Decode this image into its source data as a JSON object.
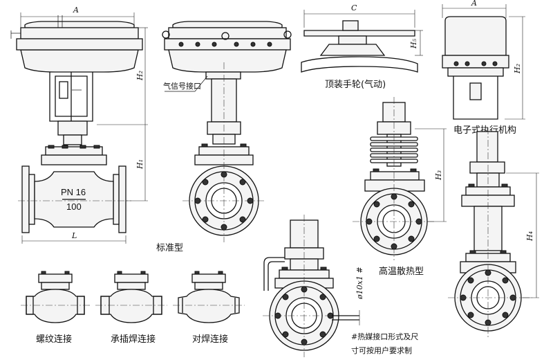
{
  "labels": {
    "standard": "标准型",
    "air_port": "气信号接口",
    "top_handwheel": "顶装手轮(气动)",
    "electric_actuator": "电子式执行机构",
    "high_temp": "高温散热型",
    "thread_conn": "螺纹连接",
    "socket_weld_conn": "承插焊连接",
    "butt_weld_conn": "对焊连接",
    "jacket_note": "#热媒接口形式及尺",
    "jacket_note_2": "寸可按用户要求制"
  },
  "dimensions": {
    "a1": "A",
    "h2_1": "H₂",
    "h1": "H₁",
    "l": "L",
    "a2": "A",
    "c": "C",
    "h5": "H₅",
    "h2_2": "H₂",
    "h3": "H₃",
    "h4": "H₄",
    "pipe": "ø10x1 #"
  },
  "body_marks": {
    "pressure": "PN 16",
    "size": "100"
  }
}
